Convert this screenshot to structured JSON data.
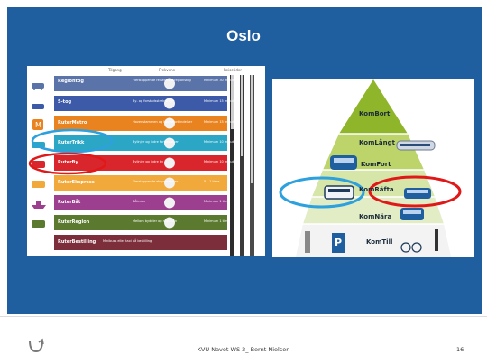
{
  "slide": {
    "title": "Oslo",
    "footer_text": "KVU Navet WS 2_ Bernt Nielsen",
    "page_number": "16"
  },
  "transport_table": {
    "headers": [
      "Tilgang",
      "Frekvens",
      "Reisetider"
    ],
    "rows": [
      {
        "label": "Regiontog",
        "description": "Flerstoppende reiser med regionstog",
        "min": "Minimum 30 minutter",
        "color": "#5a73a8"
      },
      {
        "label": "S-tog",
        "description": "By- og forstadsstrekninger",
        "min": "Minimum 15 minutter",
        "color": "#3c5aa8"
      },
      {
        "label": "RuterMetro",
        "description": "Hovedstammen og hovedforbindelser",
        "min": "Minimum 15 minutter",
        "color": "#e8831f"
      },
      {
        "label": "RuterTrikk",
        "description": "Bylinjer og indre forbindelser",
        "min": "Minimum 10 minutter",
        "color": "#2ba6c4"
      },
      {
        "label": "RuterBy",
        "description": "Bylinjer og indre by",
        "min": "Minimum 10 minutter",
        "color": "#d9262c"
      },
      {
        "label": "RuterEkspress",
        "description": "Flerstoppende ekspressruter",
        "min": "5 – 1 time",
        "color": "#f2a93b"
      },
      {
        "label": "RuterBåt",
        "description": "Båtruter",
        "min": "Minimum 1 time",
        "color": "#9b3f8e"
      },
      {
        "label": "RuterRegion",
        "description": "Mellom bydeler og regionen",
        "min": "Minimum 1 time",
        "color": "#5b7a2f"
      },
      {
        "label": "RuterBestilling",
        "description": "Minibuss eller taxi på bestilling",
        "min": "",
        "color": "#7c2f3a"
      }
    ]
  },
  "pyramid": {
    "levels": [
      "KomBort",
      "KomLångt",
      "KomFort",
      "KomRäfta",
      "KomNära",
      "KomTill"
    ],
    "colors": {
      "top": "#8fb52a",
      "mid": "#c8dc8a",
      "light": "#e8efd8",
      "base": "#f3f3f3"
    }
  },
  "annotations": {
    "circle_blue": "#2da0de",
    "circle_red": "#e01818"
  }
}
